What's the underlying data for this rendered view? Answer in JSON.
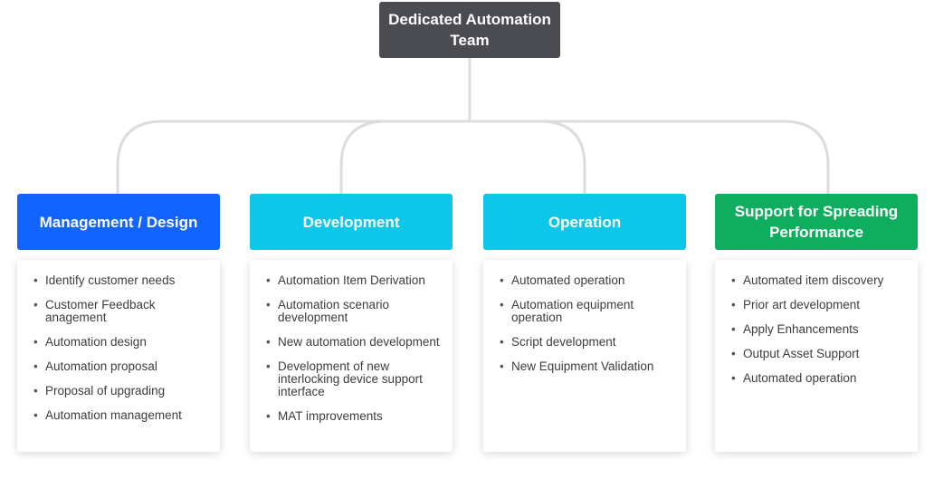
{
  "root": {
    "label": "Dedicated Automation Team",
    "color": "#4b4c52"
  },
  "line_color": "#dcdcdc",
  "columns": [
    {
      "title": "Management / Design",
      "color": "#1164ff",
      "items": [
        "Identify customer needs",
        "Customer Feedback anagement",
        "Automation design",
        "Automation proposal",
        "Proposal of upgrading",
        "Automation management"
      ]
    },
    {
      "title": "Development",
      "color": "#0cc7e8",
      "items": [
        "Automation Item Derivation",
        "Automation scenario development",
        "New automation development",
        "Development of new interlocking device support interface",
        "MAT improvements"
      ]
    },
    {
      "title": "Operation",
      "color": "#0cc7e8",
      "items": [
        "Automated operation",
        "Automation equipment operation",
        "Script development",
        "New Equipment Validation"
      ]
    },
    {
      "title": "Support for Spreading Performance",
      "color": "#0eae5e",
      "items": [
        "Automated item discovery",
        "Prior art development",
        "Apply Enhancements",
        "Output Asset Support",
        "Automated operation"
      ]
    }
  ]
}
